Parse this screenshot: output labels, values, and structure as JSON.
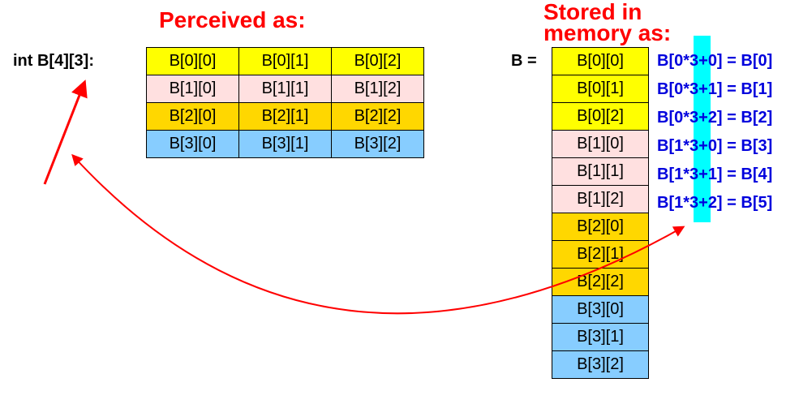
{
  "titles": {
    "perceived": "Perceived as:",
    "stored_line1": "Stored in",
    "stored_line2": "memory as:"
  },
  "declaration": "int B[4][3]:",
  "memory_label": "B =",
  "perceived_grid": [
    [
      "B[0][0]",
      "B[0][1]",
      "B[0][2]"
    ],
    [
      "B[1][0]",
      "B[1][1]",
      "B[1][2]"
    ],
    [
      "B[2][0]",
      "B[2][1]",
      "B[2][2]"
    ],
    [
      "B[3][0]",
      "B[3][1]",
      "B[3][2]"
    ]
  ],
  "memory_cells": [
    "B[0][0]",
    "B[0][1]",
    "B[0][2]",
    "B[1][0]",
    "B[1][1]",
    "B[1][2]",
    "B[2][0]",
    "B[2][1]",
    "B[2][2]",
    "B[3][0]",
    "B[3][1]",
    "B[3][2]"
  ],
  "formulas": [
    "B[0*3+0] = B[0]",
    "B[0*3+1] = B[1]",
    "B[0*3+2] = B[2]",
    "B[1*3+0] = B[3]",
    "B[1*3+1] = B[4]",
    "B[1*3+2] = B[5]"
  ],
  "colors": {
    "row0": "#ffff00",
    "row1": "#ffe0e0",
    "row2": "#ffd700",
    "row3": "#87cdff",
    "title": "#ff0000",
    "formula": "#0000dd",
    "highlight": "#00ffff",
    "arrow": "#ff0000"
  }
}
